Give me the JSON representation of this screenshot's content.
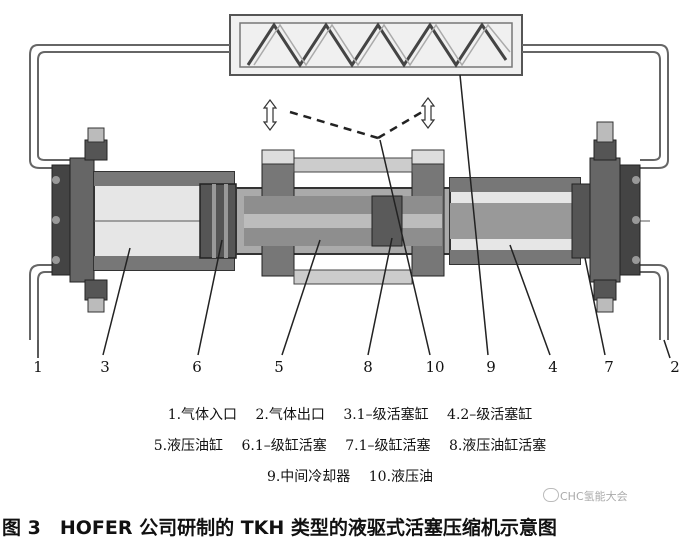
{
  "part_numbers": [
    "1",
    "3",
    "6",
    "5",
    "8",
    "10",
    "9",
    "4",
    "7",
    "2"
  ],
  "legend": {
    "line1": [
      "1.气体入口",
      "2.气体出口",
      "3.1–级活塞缸",
      "4.2–级活塞缸"
    ],
    "line2": [
      "5.液压油缸",
      "6.1–级缸活塞",
      "7.1–级缸活塞",
      "8.液压油缸活塞"
    ],
    "line3": [
      "9.中间冷却器",
      "10.液压油"
    ]
  },
  "caption": "图 3　HOFER 公司研制的 TKH 类型的液驱式活塞压缩机示意图",
  "watermark": "CHC氢能大会"
}
